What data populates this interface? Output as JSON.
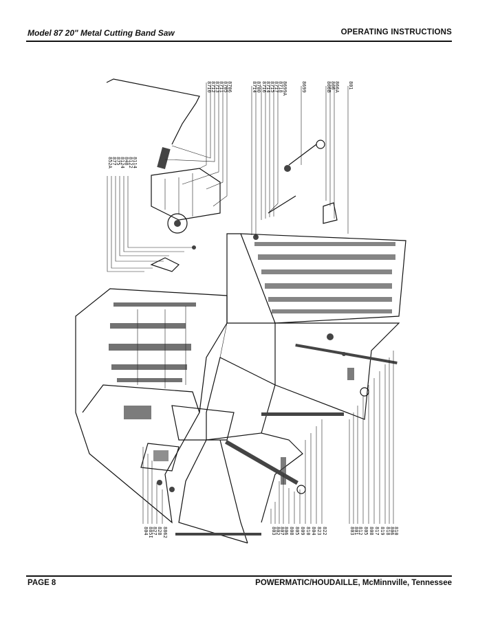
{
  "header": {
    "left": "Model 87 20\" Metal Cutting Band Saw",
    "right": "OPERATING INSTRUCTIONS"
  },
  "footer": {
    "left": "PAGE 8",
    "right": "POWERMATIC/HOUDAILLE, McMinnville, Tennessee"
  },
  "part_groups": {
    "top_right": [
      "8710",
      "8712",
      "8713",
      "8711",
      "8705",
      "8706",
      "8714",
      "8700",
      "8716",
      "8714",
      "8715",
      "8717",
      "8718",
      "8699A",
      "8699",
      "866B",
      "866",
      "866A",
      "801"
    ],
    "top_left": [
      "852A",
      "877",
      "875",
      "8124",
      "848",
      "8122",
      "8114"
    ],
    "bottom_left": [
      "804",
      "885I",
      "827",
      "828",
      "8862"
    ],
    "bottom_mid": [
      "803",
      "802",
      "807",
      "806",
      "808",
      "805",
      "809",
      "810",
      "804",
      "823",
      "822"
    ],
    "bottom_right": [
      "803",
      "801",
      "812",
      "805",
      "808",
      "817",
      "819",
      "818",
      "806",
      "810"
    ]
  }
}
